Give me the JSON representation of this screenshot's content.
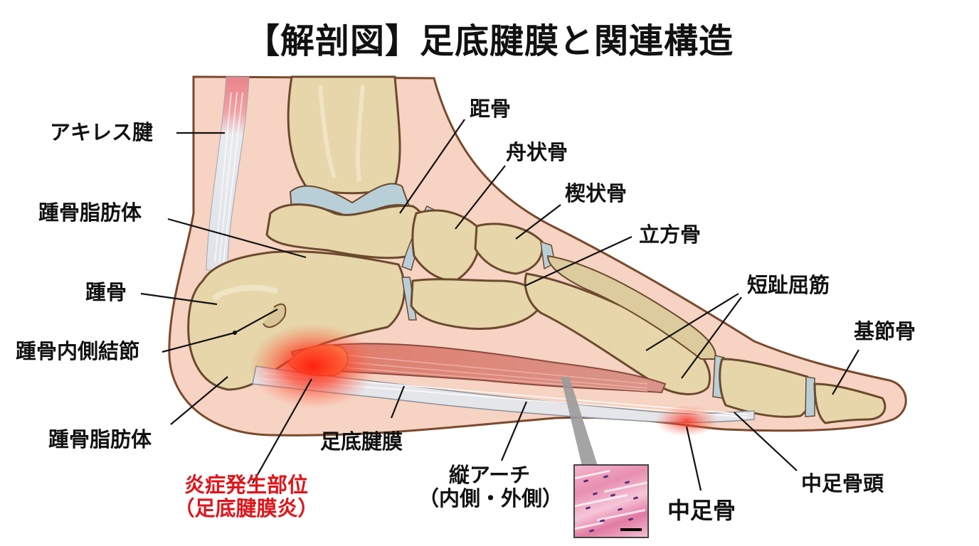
{
  "title": "【解剖図】足底腱膜と関連構造",
  "labels": {
    "achilles_tendon": "アキレス腱",
    "calcaneal_fat_pad_upper": "踵骨脂肪体",
    "calcaneus": "踵骨",
    "medial_calcaneal_tubercle": "踵骨内側結節",
    "calcaneal_fat_pad_lower": "踵骨脂肪体",
    "inflammation_site_line1": "炎症発生部位",
    "inflammation_site_line2": "（足底腱膜炎）",
    "plantar_fascia": "足底腱膜",
    "longitudinal_arch_line1": "縦アーチ",
    "longitudinal_arch_line2": "（内側・外側）",
    "metatarsal": "中足骨",
    "metatarsal_head": "中足骨頭",
    "talus": "距骨",
    "navicular": "舟状骨",
    "cuneiform": "楔状骨",
    "cuboid": "立方骨",
    "flexor_digitorum_brevis": "短趾屈筋",
    "proximal_phalanx": "基節骨"
  },
  "colors": {
    "skin": "#f6d3c2",
    "skin_outline": "#7a4a2e",
    "bone": "#e6d6aa",
    "bone_shade": "#cdb98a",
    "cartilage": "#b9cfd8",
    "tendon": "#e4e6ea",
    "muscle": "#d9897d",
    "inflammation": "#ff2a1a",
    "highlight_text": "#e0141a"
  },
  "inset": {
    "type": "histology-micrograph",
    "has_scale_bar": true
  }
}
